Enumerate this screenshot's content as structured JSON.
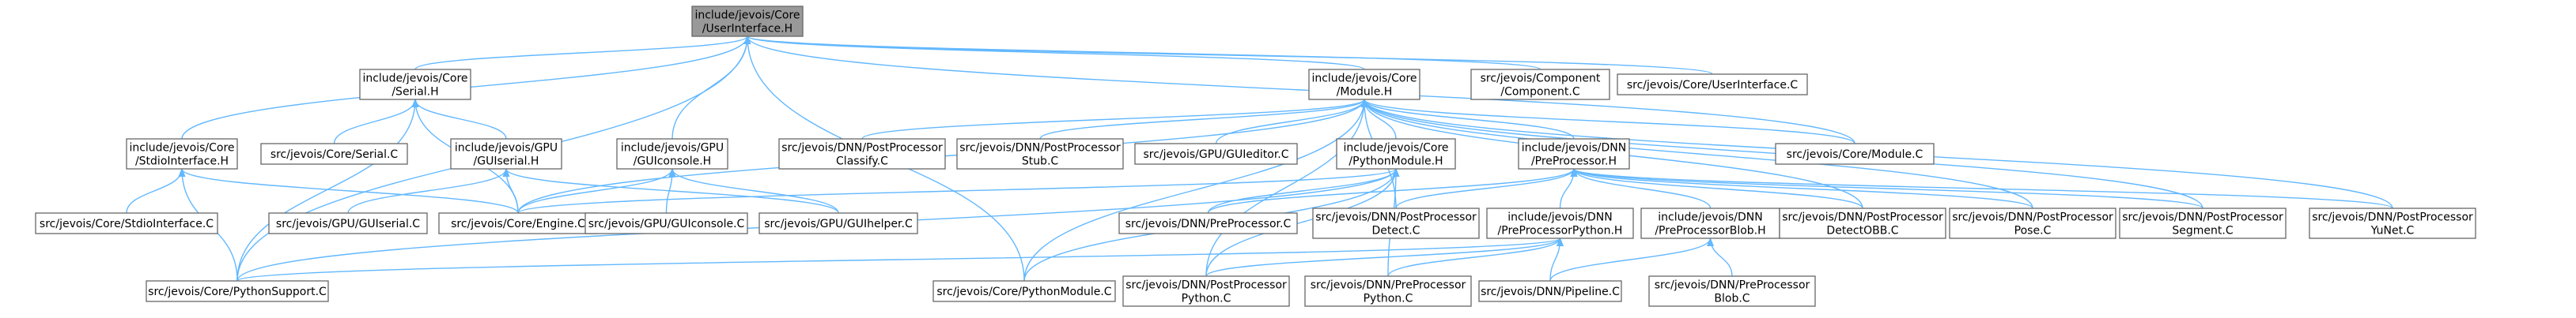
{
  "diagram": {
    "type": "include-dependency-graph",
    "edge_color": "#63b8ff",
    "node_border_color": "#666666",
    "root_fill_color": "#999999",
    "nodes": [
      {
        "id": "n_ui",
        "lines": [
          "include/jevois/Core",
          "/UserInterface.H"
        ],
        "root": true
      },
      {
        "id": "n_serial",
        "lines": [
          "include/jevois/Core",
          "/Serial.H"
        ]
      },
      {
        "id": "n_module",
        "lines": [
          "include/jevois/Core",
          "/Module.H"
        ]
      },
      {
        "id": "n_component",
        "lines": [
          "src/jevois/Component",
          "/Component.C"
        ]
      },
      {
        "id": "n_uic",
        "lines": [
          "src/jevois/Core/UserInterface.C"
        ]
      },
      {
        "id": "n_stdioh",
        "lines": [
          "include/jevois/Core",
          "/StdioInterface.H"
        ]
      },
      {
        "id": "n_serialc",
        "lines": [
          "src/jevois/Core/Serial.C"
        ]
      },
      {
        "id": "n_guiserialh",
        "lines": [
          "include/jevois/GPU",
          "/GUIserial.H"
        ]
      },
      {
        "id": "n_guiconsoleh",
        "lines": [
          "include/jevois/GPU",
          "/GUIconsole.H"
        ]
      },
      {
        "id": "n_classify",
        "lines": [
          "src/jevois/DNN/PostProcessor",
          "Classify.C"
        ]
      },
      {
        "id": "n_stub",
        "lines": [
          "src/jevois/DNN/PostProcessor",
          "Stub.C"
        ]
      },
      {
        "id": "n_guieditor",
        "lines": [
          "src/jevois/GPU/GUIeditor.C"
        ]
      },
      {
        "id": "n_pymoduleh",
        "lines": [
          "include/jevois/Core",
          "/PythonModule.H"
        ]
      },
      {
        "id": "n_preproch",
        "lines": [
          "include/jevois/DNN",
          "/PreProcessor.H"
        ]
      },
      {
        "id": "n_modulec",
        "lines": [
          "src/jevois/Core/Module.C"
        ]
      },
      {
        "id": "n_stdioc",
        "lines": [
          "src/jevois/Core/StdioInterface.C"
        ]
      },
      {
        "id": "n_guiserialc",
        "lines": [
          "src/jevois/GPU/GUIserial.C"
        ]
      },
      {
        "id": "n_engine",
        "lines": [
          "src/jevois/Core/Engine.C"
        ]
      },
      {
        "id": "n_guiconsolec",
        "lines": [
          "src/jevois/GPU/GUIconsole.C"
        ]
      },
      {
        "id": "n_guihelper",
        "lines": [
          "src/jevois/GPU/GUIhelper.C"
        ]
      },
      {
        "id": "n_preprocc",
        "lines": [
          "src/jevois/DNN/PreProcessor.C"
        ]
      },
      {
        "id": "n_detect",
        "lines": [
          "src/jevois/DNN/PostProcessor",
          "Detect.C"
        ]
      },
      {
        "id": "n_preprocpyh",
        "lines": [
          "include/jevois/DNN",
          "/PreProcessorPython.H"
        ]
      },
      {
        "id": "n_preprocblobh",
        "lines": [
          "include/jevois/DNN",
          "/PreProcessorBlob.H"
        ]
      },
      {
        "id": "n_detectobb",
        "lines": [
          "src/jevois/DNN/PostProcessor",
          "DetectOBB.C"
        ]
      },
      {
        "id": "n_pose",
        "lines": [
          "src/jevois/DNN/PostProcessor",
          "Pose.C"
        ]
      },
      {
        "id": "n_segment",
        "lines": [
          "src/jevois/DNN/PostProcessor",
          "Segment.C"
        ]
      },
      {
        "id": "n_yunet",
        "lines": [
          "src/jevois/DNN/PostProcessor",
          "YuNet.C"
        ]
      },
      {
        "id": "n_pysupport",
        "lines": [
          "src/jevois/Core/PythonSupport.C"
        ]
      },
      {
        "id": "n_pymodulec",
        "lines": [
          "src/jevois/Core/PythonModule.C"
        ]
      },
      {
        "id": "n_postpython",
        "lines": [
          "src/jevois/DNN/PostProcessor",
          "Python.C"
        ]
      },
      {
        "id": "n_prepython",
        "lines": [
          "src/jevois/DNN/PreProcessor",
          "Python.C"
        ]
      },
      {
        "id": "n_pipeline",
        "lines": [
          "src/jevois/DNN/Pipeline.C"
        ]
      },
      {
        "id": "n_preblob",
        "lines": [
          "src/jevois/DNN/PreProcessor",
          "Blob.C"
        ]
      }
    ],
    "edges": [
      [
        "n_serial",
        "n_ui"
      ],
      [
        "n_module",
        "n_ui"
      ],
      [
        "n_component",
        "n_ui"
      ],
      [
        "n_uic",
        "n_ui"
      ],
      [
        "n_stdioh",
        "n_ui"
      ],
      [
        "n_guiconsoleh",
        "n_ui"
      ],
      [
        "n_modulec",
        "n_ui"
      ],
      [
        "n_pymodulec",
        "n_ui"
      ],
      [
        "n_pysupport",
        "n_ui"
      ],
      [
        "n_serialc",
        "n_serial"
      ],
      [
        "n_guiserialh",
        "n_serial"
      ],
      [
        "n_engine",
        "n_serial"
      ],
      [
        "n_pysupport",
        "n_serial"
      ],
      [
        "n_stdioc",
        "n_stdioh"
      ],
      [
        "n_engine",
        "n_stdioh"
      ],
      [
        "n_pysupport",
        "n_stdioh"
      ],
      [
        "n_guiserialc",
        "n_guiserialh"
      ],
      [
        "n_engine",
        "n_guiserialh"
      ],
      [
        "n_guihelper",
        "n_guiserialh"
      ],
      [
        "n_engine",
        "n_guiconsoleh"
      ],
      [
        "n_guiconsolec",
        "n_guiconsoleh"
      ],
      [
        "n_guihelper",
        "n_guiconsoleh"
      ],
      [
        "n_classify",
        "n_module"
      ],
      [
        "n_stub",
        "n_module"
      ],
      [
        "n_guieditor",
        "n_module"
      ],
      [
        "n_pymoduleh",
        "n_module"
      ],
      [
        "n_preproch",
        "n_module"
      ],
      [
        "n_modulec",
        "n_module"
      ],
      [
        "n_engine",
        "n_module"
      ],
      [
        "n_detect",
        "n_module"
      ],
      [
        "n_detectobb",
        "n_module"
      ],
      [
        "n_pose",
        "n_module"
      ],
      [
        "n_segment",
        "n_module"
      ],
      [
        "n_yunet",
        "n_module"
      ],
      [
        "n_postpython",
        "n_module"
      ],
      [
        "n_pymodulec",
        "n_module"
      ],
      [
        "n_engine",
        "n_pymoduleh"
      ],
      [
        "n_pymodulec",
        "n_pymoduleh"
      ],
      [
        "n_pysupport",
        "n_pymoduleh"
      ],
      [
        "n_preprocc",
        "n_pymoduleh"
      ],
      [
        "n_postpython",
        "n_pymoduleh"
      ],
      [
        "n_prepython",
        "n_pymoduleh"
      ],
      [
        "n_preprocc",
        "n_preproch"
      ],
      [
        "n_detect",
        "n_preproch"
      ],
      [
        "n_preprocpyh",
        "n_preproch"
      ],
      [
        "n_preprocblobh",
        "n_preproch"
      ],
      [
        "n_detectobb",
        "n_preproch"
      ],
      [
        "n_pose",
        "n_preproch"
      ],
      [
        "n_segment",
        "n_preproch"
      ],
      [
        "n_yunet",
        "n_preproch"
      ],
      [
        "n_pysupport",
        "n_preprocpyh"
      ],
      [
        "n_postpython",
        "n_preprocpyh"
      ],
      [
        "n_prepython",
        "n_preprocpyh"
      ],
      [
        "n_pipeline",
        "n_preprocpyh"
      ],
      [
        "n_pipeline",
        "n_preprocblobh"
      ],
      [
        "n_preblob",
        "n_preprocblobh"
      ]
    ]
  }
}
